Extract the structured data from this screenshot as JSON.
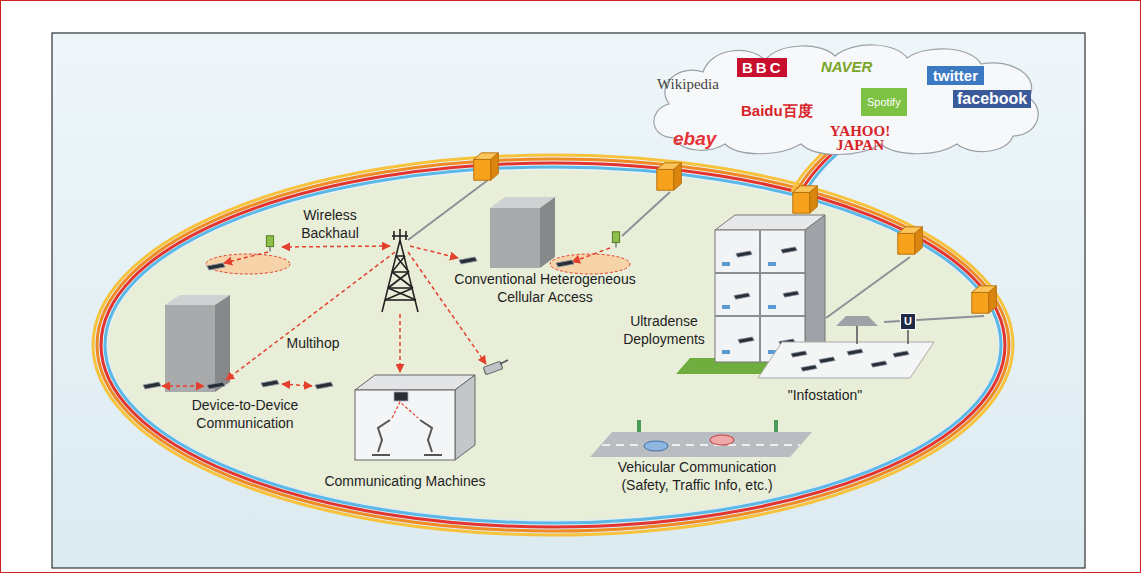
{
  "diagram": {
    "nodes": [
      {
        "text": [
          "Wikipedia",
          "BBC",
          "NAVER",
          "twitter",
          "facebook",
          "Baidu百度",
          "Spotify",
          "ebay",
          "YAHOO! JAPAN"
        ]
      }
    ],
    "labels": [
      "Wireless Backhaul",
      "Conventional Heterogeneous Cellular Access",
      "Multihop",
      "Ultradense Deployments",
      "\"Infostation\"",
      "Device-to-Device Communication",
      "Communicating Machines",
      "Vehicular Communication (Safety, Traffic Info, etc.)",
      "U"
    ]
  }
}
